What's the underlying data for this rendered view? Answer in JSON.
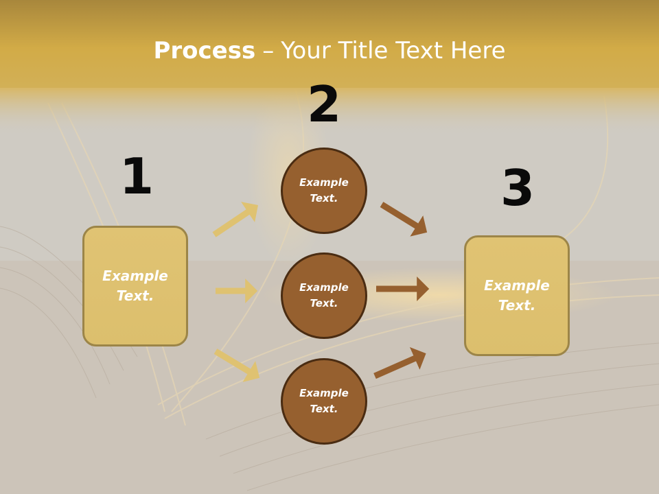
{
  "title": {
    "bold": "Process",
    "separator": "–",
    "rest": "Your Title Text Here"
  },
  "steps": [
    {
      "number": "1",
      "text": [
        "Example",
        "Text."
      ]
    },
    {
      "number": "2",
      "circles": [
        {
          "text": [
            "Example",
            "Text."
          ]
        },
        {
          "text": [
            "Example",
            "Text."
          ]
        },
        {
          "text": [
            "Example",
            "Text."
          ]
        }
      ]
    },
    {
      "number": "3",
      "text": [
        "Example",
        "Text."
      ]
    }
  ],
  "colors": {
    "header": "#c9a23e",
    "box_fill": "#dfc271",
    "box_border": "#9c8548",
    "circle_fill": "#96602f",
    "circle_border": "#4a2c12",
    "arrow_light": "#dfc271",
    "arrow_dark": "#96602f"
  }
}
